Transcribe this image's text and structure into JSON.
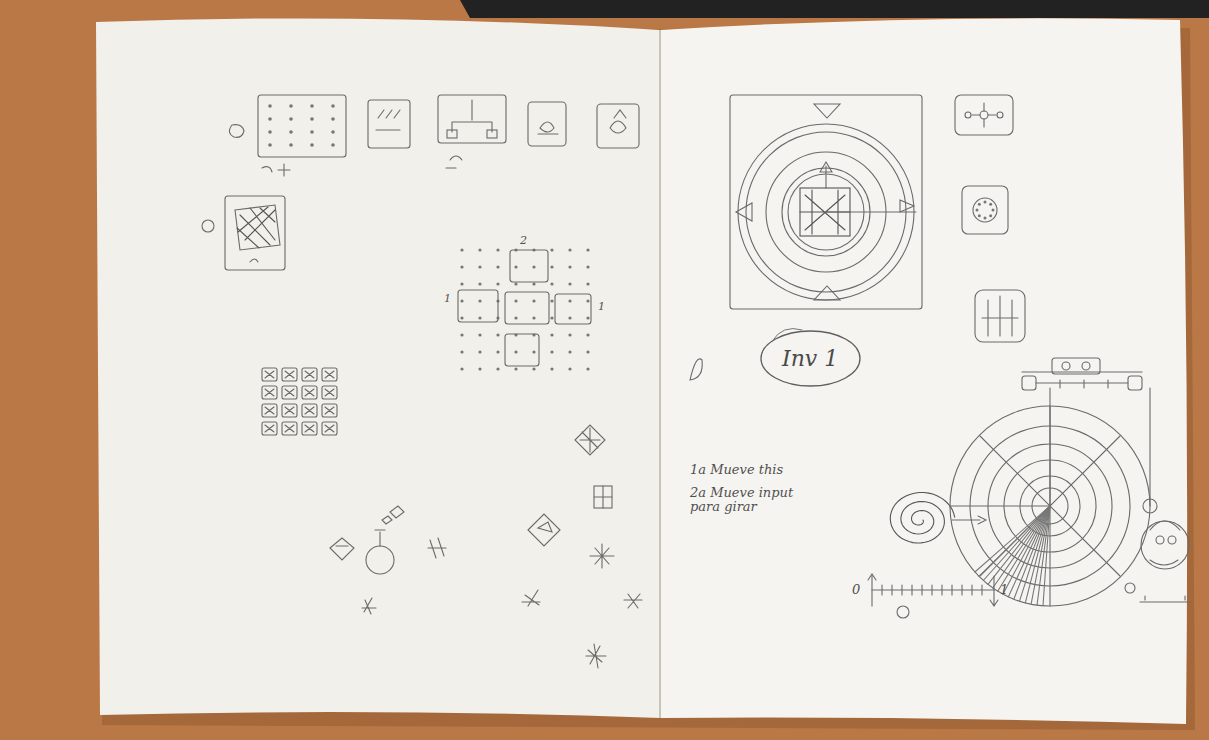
{
  "diagram": {
    "nodes": [
      {
        "text": [
          "Inv 1"
        ]
      }
    ],
    "labels": [
      "1a Mueve this",
      "2a Mueve input para girar",
      "0",
      "1",
      "2",
      "1",
      "1"
    ]
  }
}
